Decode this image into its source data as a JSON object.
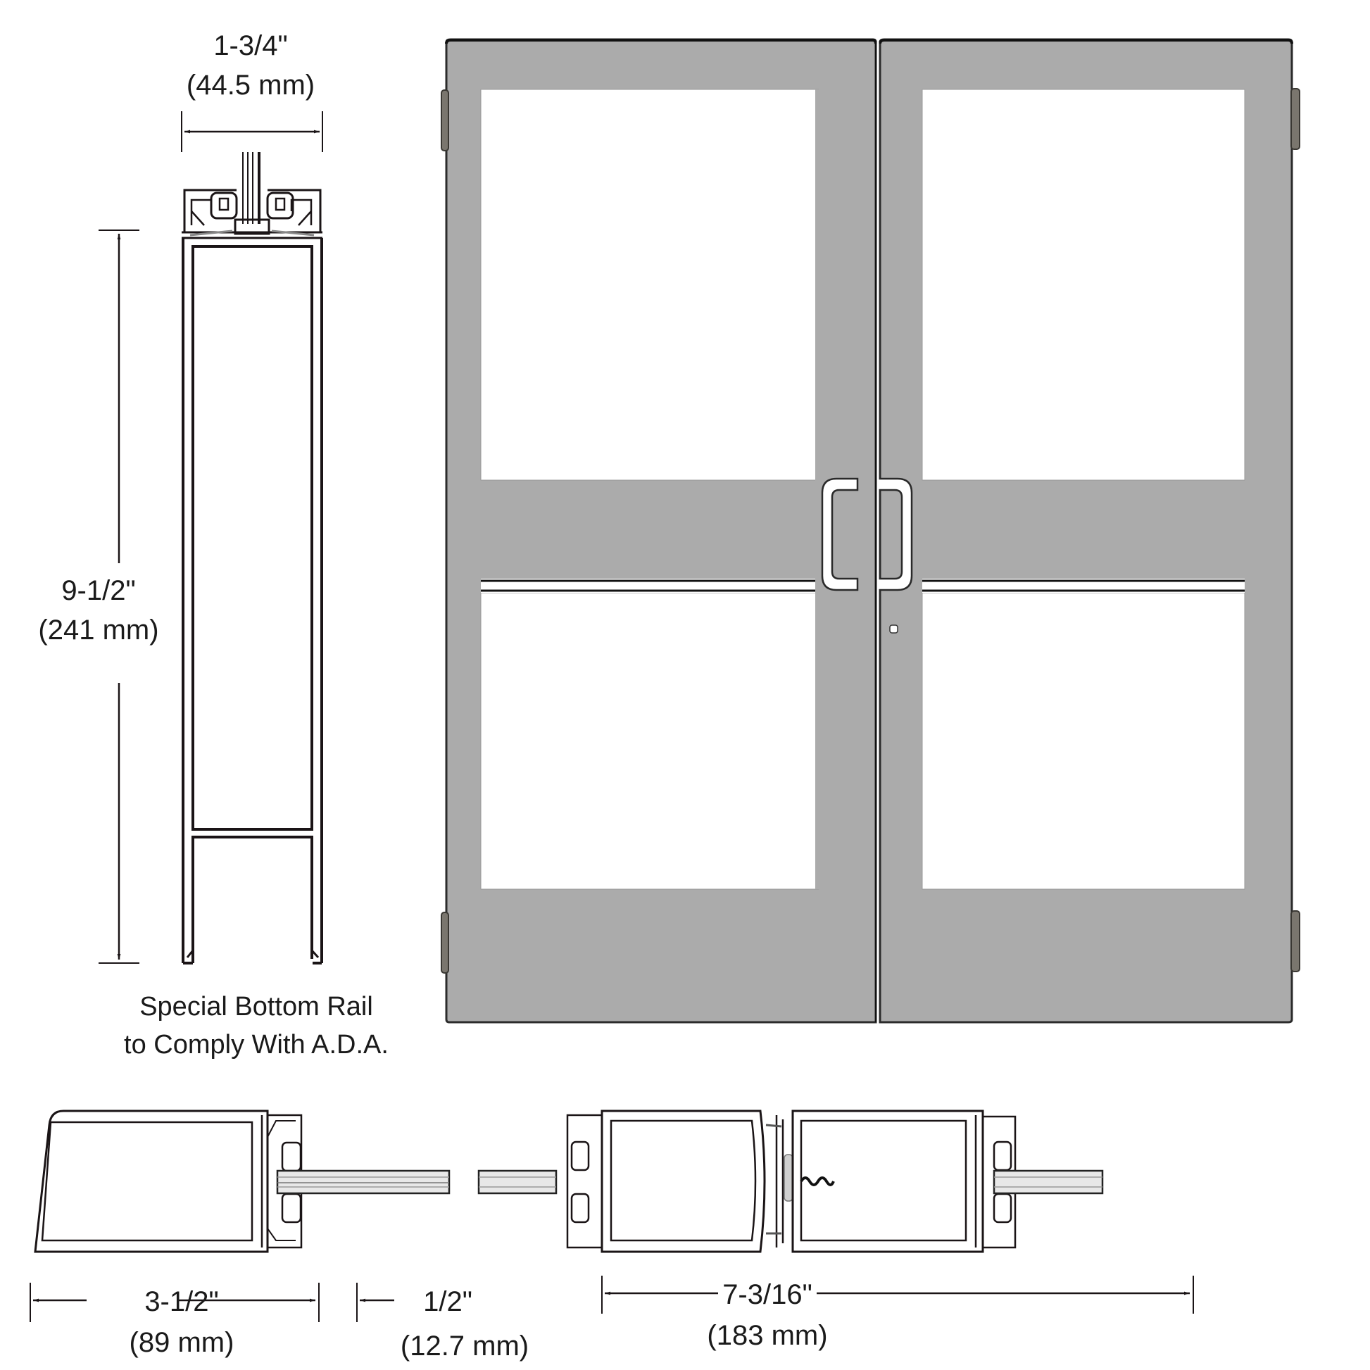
{
  "vertical_section": {
    "dim_width": {
      "imperial": "1-3/4\"",
      "metric": "(44.5 mm)"
    },
    "dim_height": {
      "imperial": "9-1/2\"",
      "metric": "(241 mm)"
    },
    "caption_line1": "Special Bottom Rail",
    "caption_line2": "to Comply With A.D.A."
  },
  "door_elevation": {
    "finish_color": "#ababab",
    "edge_color": "#2b2b2b",
    "glass_color": "#ffffff",
    "hinge_color": "#6e6a62",
    "leaves": 2
  },
  "horizontal_sections": {
    "dim_stile": {
      "imperial": "3-1/2\"",
      "metric": "(89 mm)"
    },
    "dim_glass_stop": {
      "imperial": "1/2\"",
      "metric": "(12.7 mm)"
    },
    "dim_meeting_stiles": {
      "imperial": "7-3/16\"",
      "metric": "(183 mm)"
    }
  }
}
